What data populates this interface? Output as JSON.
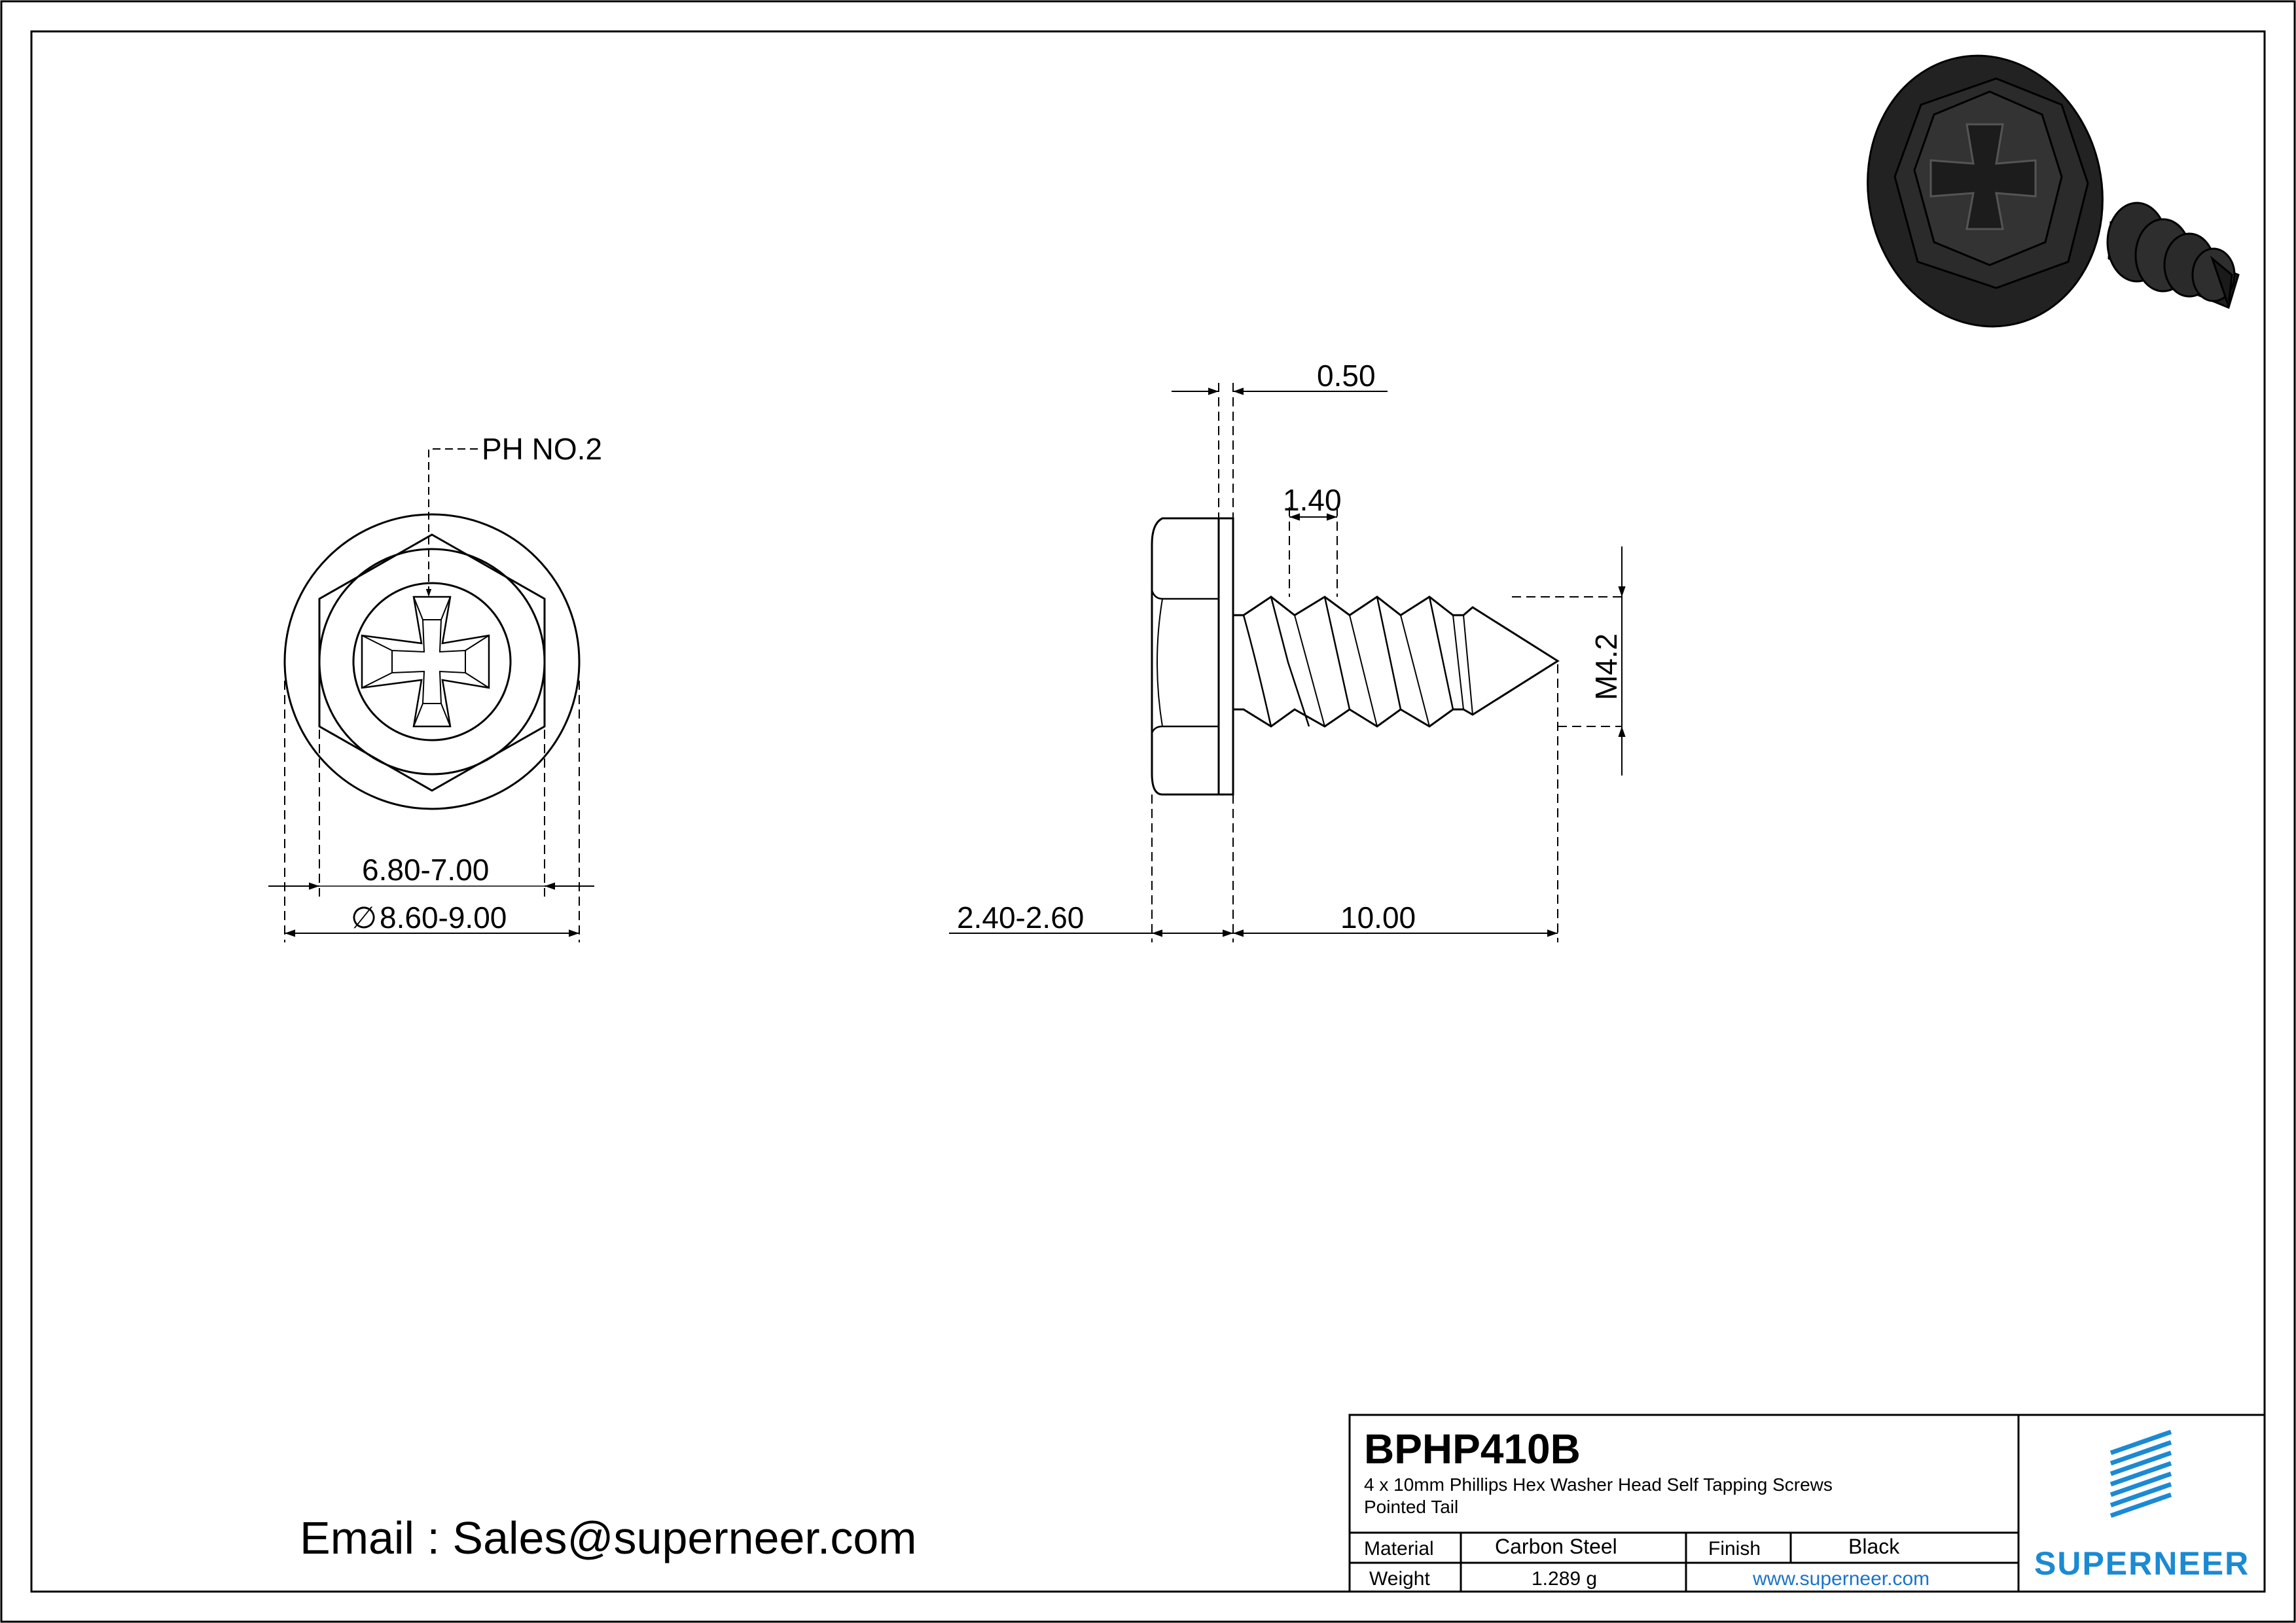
{
  "drawing": {
    "front_view": {
      "drive_label": "PH NO.2",
      "hex_width": "6.80-7.00",
      "diameter_symbol": "∅",
      "washer_diameter": "8.60-9.00"
    },
    "side_view": {
      "washer_thickness": "0.50",
      "thread_pitch": "1.40",
      "thread_size": "M4.2",
      "head_height": "2.40-2.60",
      "length": "10.00"
    }
  },
  "email_line": "Email : Sales@superneer.com",
  "title_block": {
    "part_number": "BPHP410B",
    "description_line1": "4 x 10mm Phillips Hex Washer Head Self Tapping Screws",
    "description_line2": "Pointed Tail",
    "material_label": "Material",
    "material_value": "Carbon Steel",
    "finish_label": "Finish",
    "finish_value": "Black",
    "weight_label": "Weight",
    "weight_value": "1.289 g",
    "website": "www.superneer.com",
    "brand": "SUPERNEER"
  },
  "colors": {
    "line": "#000000",
    "brand_blue": "#1b8ad3",
    "link_blue": "#1a73c9",
    "render_dark": "#262626"
  },
  "icons": [
    "superneer-logo-icon",
    "screw-3d-render-icon"
  ]
}
